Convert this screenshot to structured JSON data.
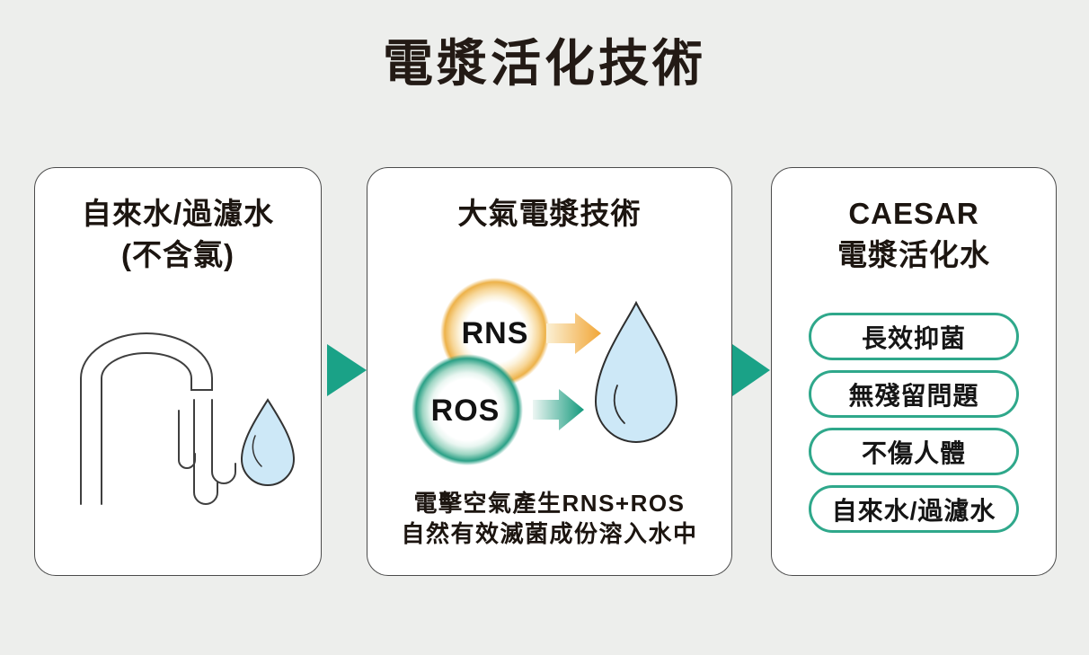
{
  "title": "電漿活化技術",
  "colors": {
    "background": "#edeeec",
    "panel_background": "#ffffff",
    "panel_border": "#4b4b4b",
    "flow_arrow_teal": "#1aa287",
    "rns_ring_orange": "#edb24a",
    "ros_ring_teal": "#2aa086",
    "arrow_orange": "#f1a637",
    "arrow_teal": "#13997c",
    "pill_border_teal": "#2fa88b",
    "water_drop_fill": "#cde8f7",
    "text_dark": "#231a15"
  },
  "panels": {
    "source": {
      "heading_line1": "自來水/過濾水",
      "heading_line2": "(不含氯)",
      "icons": [
        "faucet-icon",
        "water-drop-icon"
      ]
    },
    "plasma": {
      "heading": "大氣電漿技術",
      "bubble1_label": "RNS",
      "bubble2_label": "ROS",
      "caption_line1": "電擊空氣產生RNS+ROS",
      "caption_line2": "自然有效滅菌成份溶入水中",
      "icons": [
        "rns-bubble",
        "ros-bubble",
        "rns-arrow-icon",
        "ros-arrow-icon",
        "water-drop-icon"
      ]
    },
    "result": {
      "heading_line1": "CAESAR",
      "heading_line2": "電漿活化水",
      "benefits": [
        "長效抑菌",
        "無殘留問題",
        "不傷人體",
        "自來水/過濾水"
      ]
    }
  }
}
